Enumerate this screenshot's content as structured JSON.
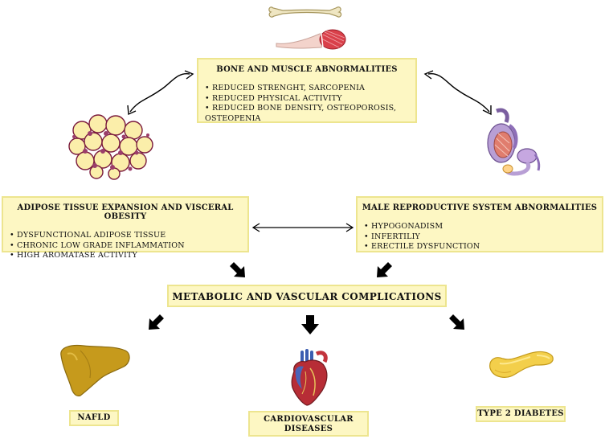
{
  "bone_muscle": {
    "title": "BONE AND MUSCLE ABNORMALITIES",
    "items": [
      "• REDUCED STRENGHT, SARCOPENIA",
      "• REDUCED PHYSICAL ACTIVITY",
      "• REDUCED BONE DENSITY, OSTEOPOROSIS,",
      "OSTEOPENIA"
    ]
  },
  "adipose": {
    "title": "ADIPOSE TISSUE EXPANSION AND VISCERAL OBESITY",
    "items": [
      "• DYSFUNCTIONAL ADIPOSE TISSUE",
      "• CHRONIC LOW GRADE INFLAMMATION",
      "• HIGH AROMATASE ACTIVITY"
    ]
  },
  "male_repro": {
    "title": "MALE REPRODUCTIVE SYSTEM ABNORMALITIES",
    "items": [
      "• HYPOGONADISM",
      "• INFERTILIY",
      "• ERECTILE DYSFUNCTION"
    ]
  },
  "metabolic": {
    "title": "METABOLIC AND VASCULAR COMPLICATIONS"
  },
  "outcomes": {
    "nafld": "NAFLD",
    "cardio_line1": "CARDIOVASCULAR",
    "cardio_line2": "DISEASES",
    "diabetes": "TYPE 2 DIABETES"
  },
  "icons": {
    "bone": "bone-icon",
    "muscle": "muscle-icon",
    "adipose": "adipose-tissue-icon",
    "testis": "testis-icon",
    "liver": "liver-icon",
    "heart": "heart-icon",
    "pancreas": "pancreas-icon"
  },
  "colors": {
    "box_fill": "#fdf7c3",
    "box_border": "#ede58f",
    "arrow": "#000000"
  }
}
